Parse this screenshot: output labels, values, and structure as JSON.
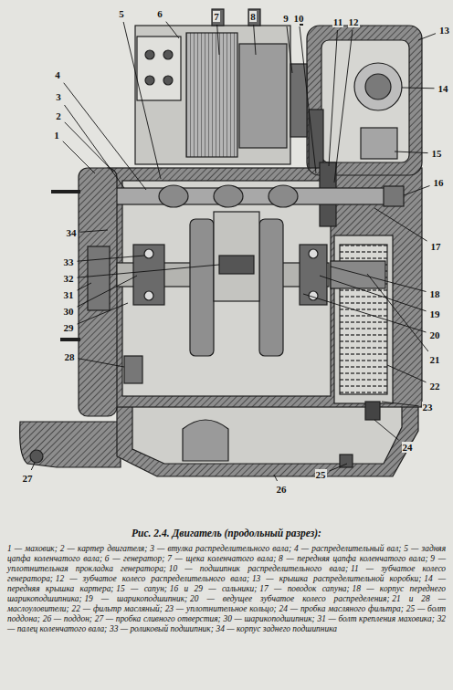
{
  "diagram": {
    "caption": "Рис. 2.4. Двигатель (продольный разрез):",
    "labels": [
      "1",
      "2",
      "3",
      "4",
      "5",
      "6",
      "7",
      "8",
      "9",
      "10",
      "11",
      "12",
      "13",
      "14",
      "15",
      "16",
      "17",
      "18",
      "19",
      "20",
      "21",
      "22",
      "23",
      "24",
      "25",
      "26",
      "27",
      "28",
      "29",
      "30",
      "31",
      "32",
      "33",
      "34",
      "1 — маховик;",
      "2 — картер двигателя;",
      "3 — втулка распределительного вала;",
      "4 — распределительный вал;",
      "5 — задняя цапфа коленчатого вала;",
      "6 — генератор;",
      "7 — щека коленчатого вала;",
      "8 — передняя цапфа коленчатого вала;",
      "9 — уплотнительная прокладка генератора;",
      "10 — подшипник распределительного вала;",
      "11 — зубчатое колесо генератора;",
      "12 — зубчатое колесо распределительного вала;",
      "13 — крышка распределительной коробки;",
      "14 — передняя крышка картера;",
      "15 — сапун;",
      "16 и 29 — сальники;",
      "17 — поводок сапуна;",
      "18 — корпус переднего шарикоподшипника;",
      "19 — шарикоподшипник;",
      "20 — ведущее зубчатое колесо распределения;",
      "21 и 28 — маслоуловители;",
      "22 — фильтр масляный;",
      "23 — уплотнительное кольцо;",
      "24 — пробка масляного фильтра;",
      "25 — болт поддона;",
      "26 — поддон;",
      "27 — пробка сливного отверстия;",
      "30 — шарикоподшипник;",
      "31 — болт крепления маховика;",
      "32 — палец коленчатого вала;",
      "33 — роликовый подшипник;",
      "34 — корпус заднего подшипника"
    ]
  }
}
